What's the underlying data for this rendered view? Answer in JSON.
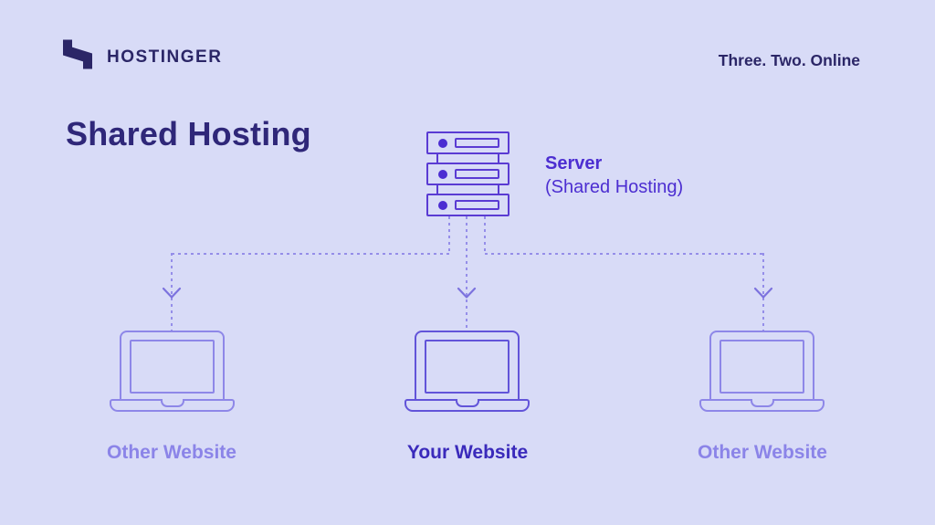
{
  "header": {
    "brand": "HOSTINGER",
    "tagline": "Three. Two. Online",
    "logo_icon": "hostinger-h-logo"
  },
  "title": "Shared Hosting",
  "server": {
    "icon": "server-rack-icon",
    "label": "Server",
    "sublabel": "(Shared Hosting)"
  },
  "websites": [
    {
      "label": "Other Website",
      "type": "other"
    },
    {
      "label": "Your Website",
      "type": "yours"
    },
    {
      "label": "Other Website",
      "type": "other"
    }
  ],
  "connectors": {
    "style": "dashed",
    "arrow_icon": "down-chevron-arrow-icon",
    "count": 3
  },
  "colors": {
    "background": "#d8dbf7",
    "navy_text": "#2b2667",
    "title_text": "#2f2779",
    "server_purple": "#5a3bd3",
    "server_text": "#4c2ed1",
    "your_website_laptop": "#6254d9",
    "your_website_label": "#3a2abb",
    "other_website_laptop": "#8e87e8",
    "other_website_label": "#8b84e8",
    "dash_line": "#958ee9",
    "arrow": "#7c72de"
  }
}
